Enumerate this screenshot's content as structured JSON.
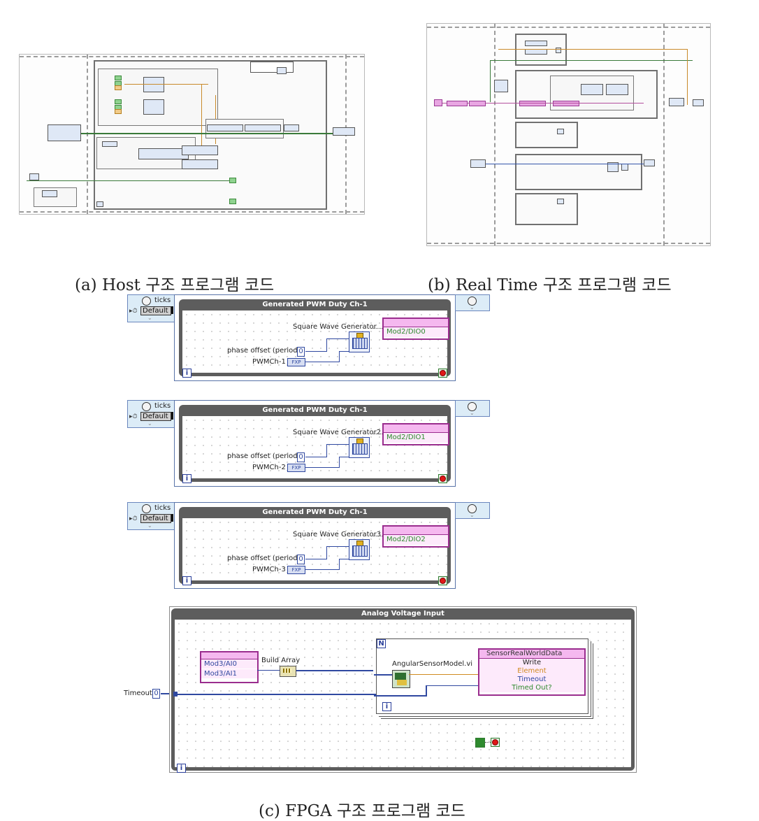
{
  "captions": {
    "a": "(a) Host 구조 프로그램 코드",
    "b": "(b) Real Time 구조 프로그램 코드",
    "c": "(c) FPGA 구조 프로그램 코드"
  },
  "pwm_loops": [
    {
      "title": "Generated PWM Duty Ch-1",
      "ticks_label": "ticks",
      "source_default": "Default",
      "generator": "Square Wave Generator",
      "phase_label": "phase offset (periods)",
      "phase_value": "0",
      "input_label": "PWMCh-1",
      "fxp": "FXP",
      "output": "Mod2/DIO0",
      "iteration": "i"
    },
    {
      "title": "Generated PWM Duty Ch-1",
      "ticks_label": "ticks",
      "source_default": "Default",
      "generator": "Square Wave Generator2",
      "phase_label": "phase offset (periods)",
      "phase_value": "0",
      "input_label": "PWMCh-2",
      "fxp": "FXP",
      "output": "Mod2/DIO1",
      "iteration": "i"
    },
    {
      "title": "Generated PWM Duty Ch-1",
      "ticks_label": "ticks",
      "source_default": "Default",
      "generator": "Square Wave Generator3",
      "phase_label": "phase offset (periods)",
      "phase_value": "0",
      "input_label": "PWMCh-3",
      "fxp": "FXP",
      "output": "Mod2/DIO2",
      "iteration": "i"
    }
  ],
  "fpga": {
    "title": "Analog Voltage Input",
    "inputs": [
      "Mod3/AI0",
      "Mod3/AI1"
    ],
    "build_array": "Build Array",
    "timeout_label": "Timeout",
    "timeout_value": "0",
    "for_loop_n": "N",
    "vi_name": "AngularSensorModel.vi",
    "cluster_title": "SensorRealWorldData",
    "cluster_rows": [
      "Write",
      "Element",
      "Timeout",
      "Timed Out?"
    ],
    "iteration": "i"
  },
  "colors": {
    "loop_frame": "#5d5d5d",
    "fpga_io": "#9a2d8e",
    "numeric_blue": "#2f48a0",
    "bool_green": "#2e8a2e",
    "orange_wire": "#d08a20"
  }
}
